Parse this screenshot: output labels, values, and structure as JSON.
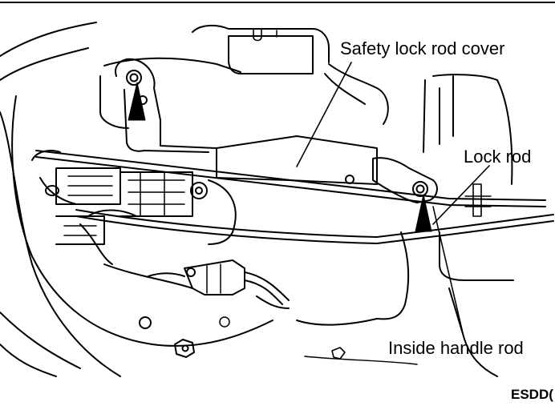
{
  "labels": {
    "safety_lock_rod_cover": "Safety lock rod cover",
    "lock_rod": "Lock rod",
    "inside_handle_rod": "Inside handle rod",
    "figure_code": "ESDD("
  },
  "colors": {
    "line": "#000000",
    "background": "#ffffff"
  }
}
